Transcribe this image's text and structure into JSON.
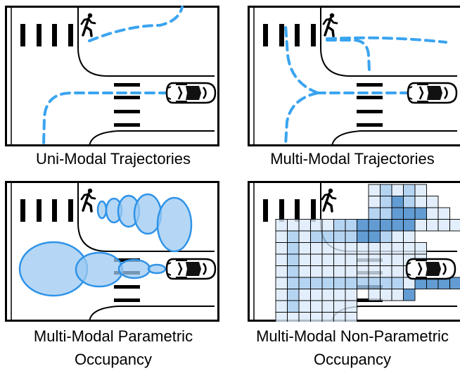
{
  "panels": [
    {
      "id": "uni-modal-trajectories",
      "caption": [
        "Uni-Modal Trajectories"
      ]
    },
    {
      "id": "multi-modal-trajectories",
      "caption": [
        "Multi-Modal Trajectories"
      ]
    },
    {
      "id": "multi-modal-parametric-occupancy",
      "caption": [
        "Multi-Modal Parametric",
        "Occupancy"
      ]
    },
    {
      "id": "multi-modal-non-parametric-occupancy",
      "caption": [
        "Multi-Modal Non-Parametric",
        "Occupancy"
      ]
    }
  ],
  "colors": {
    "trajectory": "#3aa4f0",
    "ellipse_fill": "#9cc9f2",
    "ellipse_stroke": "#2f93e8",
    "grid_light": "#dbeafa",
    "grid_mid": "#a3c9ef",
    "grid_dark": "#3b83c8",
    "road_line": "#000000"
  },
  "icons": [
    "pedestrian-icon",
    "car-icon"
  ]
}
